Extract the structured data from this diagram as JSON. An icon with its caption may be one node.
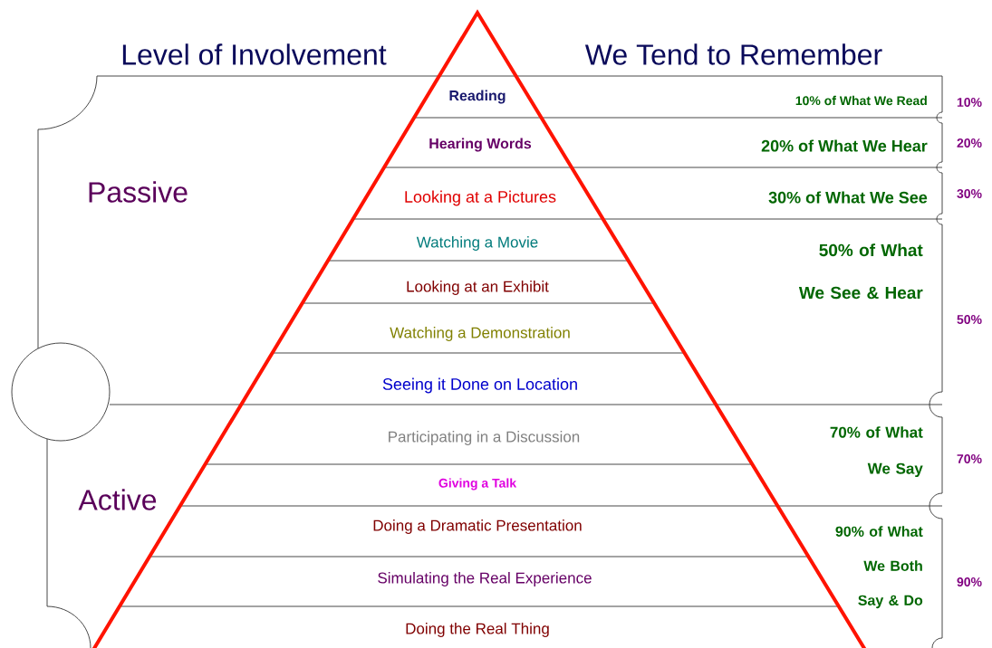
{
  "diagram": {
    "nodes": [
      {
        "text": [
          "Reading"
        ]
      },
      {
        "text": [
          "Hearing Words"
        ]
      },
      {
        "text": [
          "Looking at a Pictures"
        ]
      },
      {
        "text": [
          "Watching a Movie"
        ]
      },
      {
        "text": [
          "Looking at an Exhibit"
        ]
      },
      {
        "text": [
          "Watching a Demonstration"
        ]
      },
      {
        "text": [
          "Seeing it Done on Location"
        ]
      },
      {
        "text": [
          "Participating in a Discussion"
        ]
      },
      {
        "text": [
          "Giving a Talk"
        ]
      },
      {
        "text": [
          "Doing a Dramatic Presentation"
        ]
      },
      {
        "text": [
          "Simulating the Real Experience"
        ]
      },
      {
        "text": [
          "Doing the Real Thing"
        ]
      },
      {
        "text": [
          "10% of What We Read"
        ]
      },
      {
        "text": [
          "20% of What We Hear"
        ]
      },
      {
        "text": [
          "30% of What We See"
        ]
      },
      {
        "text": [
          "50% of What We See & Hear"
        ]
      },
      {
        "text": [
          "70% of What We Say"
        ]
      },
      {
        "text": [
          "90% of What We Both Say & Do"
        ]
      }
    ],
    "labels": [
      "Level of Involvement",
      "We Tend to Remember",
      "Passive",
      "Active",
      "10%",
      "20%",
      "30%",
      "50%",
      "70%",
      "90%"
    ]
  }
}
